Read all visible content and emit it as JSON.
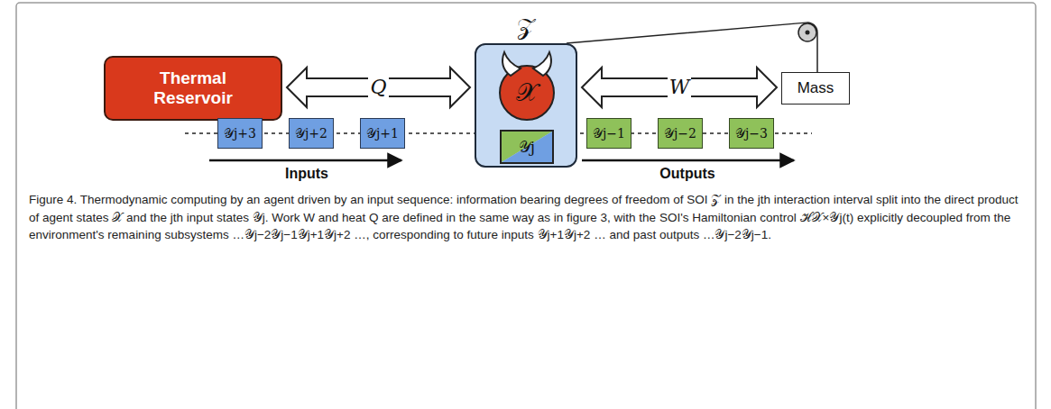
{
  "diagram": {
    "caption": "Figure 4. Thermodynamic computing by an agent driven by an input sequence: information bearing degrees of freedom of SOI 𝒵 in the jth interaction interval split into the direct product of agent states 𝒳 and the jth input states 𝒴j. Work W and heat Q are defined in the same way as in figure 3, with the SOI's Hamiltonian control ℋ𝒳×𝒴j(t) explicitly decoupled from the environment's remaining subsystems …𝒴j−2𝒴j−1𝒴j+1𝒴j+2 …, corresponding to future inputs 𝒴j+1𝒴j+2 … and past outputs …𝒴j−2𝒴j−1.",
    "nodes": [
      {
        "text": [
          "Thermal Reservoir"
        ]
      },
      {
        "text": [
          "𝒵"
        ]
      },
      {
        "text": [
          "𝒳"
        ],
        "in": 1
      },
      {
        "text": [
          "𝒴j"
        ],
        "in": 1
      },
      {
        "text": [
          "Mass"
        ]
      },
      {
        "text": [
          "𝒴j+3"
        ]
      },
      {
        "text": [
          "𝒴j+2"
        ]
      },
      {
        "text": [
          "𝒴j+1"
        ]
      },
      {
        "text": [
          "𝒴j−1"
        ]
      },
      {
        "text": [
          "𝒴j−2"
        ]
      },
      {
        "text": [
          "𝒴j−3"
        ]
      }
    ],
    "edges": [
      {
        "from": 0,
        "to": 1,
        "arrow": "both",
        "label": "Q"
      },
      {
        "from": 1,
        "to": 4,
        "arrow": "both",
        "label": "W"
      },
      {
        "from": 2,
        "to": 3,
        "arrow": "none"
      },
      {
        "from": 1,
        "to": 4,
        "arrow": "none"
      }
    ],
    "labels": [
      "Inputs",
      "Outputs"
    ]
  }
}
